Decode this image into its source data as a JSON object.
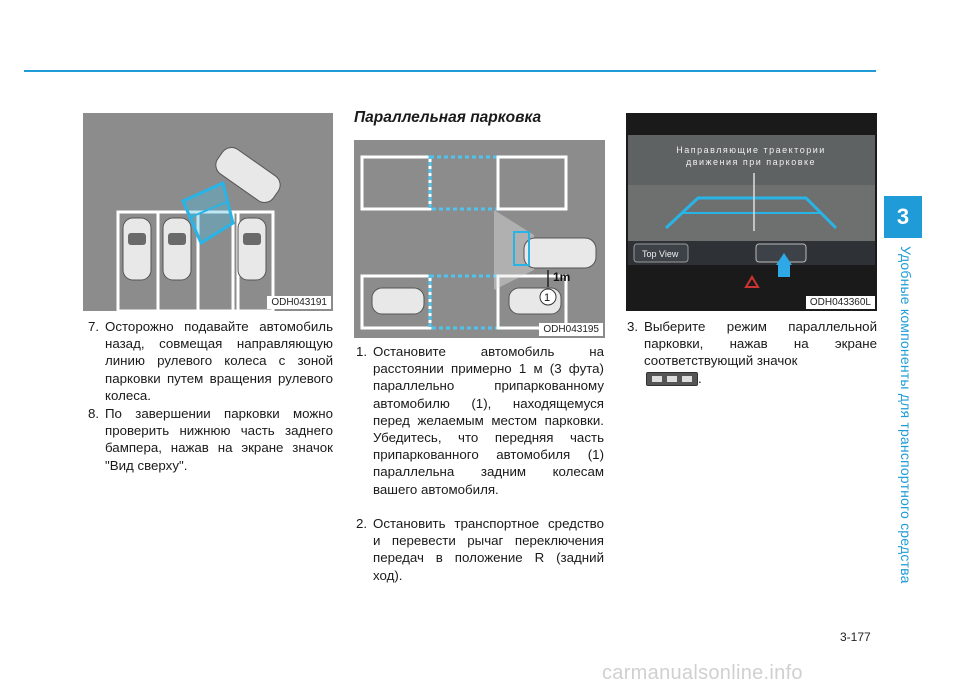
{
  "header": {
    "chapter_number": "3",
    "side_label": "Удобные компоненты для транспортного средства"
  },
  "figures": {
    "fig1_code": "ODH043191",
    "fig2_code": "ODH043195",
    "fig3_code": "ODH043360L",
    "fig2_distance_label": "1m",
    "fig2_marker": "1",
    "fig3_screen_title_line1": "Направляющие траектории",
    "fig3_screen_title_line2": "движения при парковке",
    "fig3_topview_button": "Top View"
  },
  "col1": {
    "items": [
      {
        "num": "7.",
        "text": "Осторожно подавайте автомобиль назад, совмещая направляющую линию рулевого колеса с зоной парковки путем вращения рулевого колеса."
      },
      {
        "num": "8.",
        "text": "По завершении парковки можно проверить нижнюю часть заднего бампера, нажав на экране значок \"Вид сверху\"."
      }
    ]
  },
  "col2": {
    "section_title": "Параллельная парковка",
    "items": [
      {
        "num": "1.",
        "text": "Остановите автомобиль на расстоянии примерно 1 м (3 фута) параллельно припаркованному автомобилю (1), находящемуся перед желаемым местом парковки. Убедитесь, что передняя часть припаркованного автомобиля (1) параллельна задним колесам вашего автомобиля."
      },
      {
        "num": "2.",
        "text": "Остановить транспортное средство и перевести рычаг переключения передач в положение R (задний ход)."
      }
    ]
  },
  "col3": {
    "items": [
      {
        "num": "3.",
        "text": "Выберите режим параллельной парковки, нажав на экране соответствующий значок",
        "suffix": "."
      }
    ]
  },
  "footer": {
    "page_number": "3-177",
    "watermark": "carmanualsonline.info"
  }
}
